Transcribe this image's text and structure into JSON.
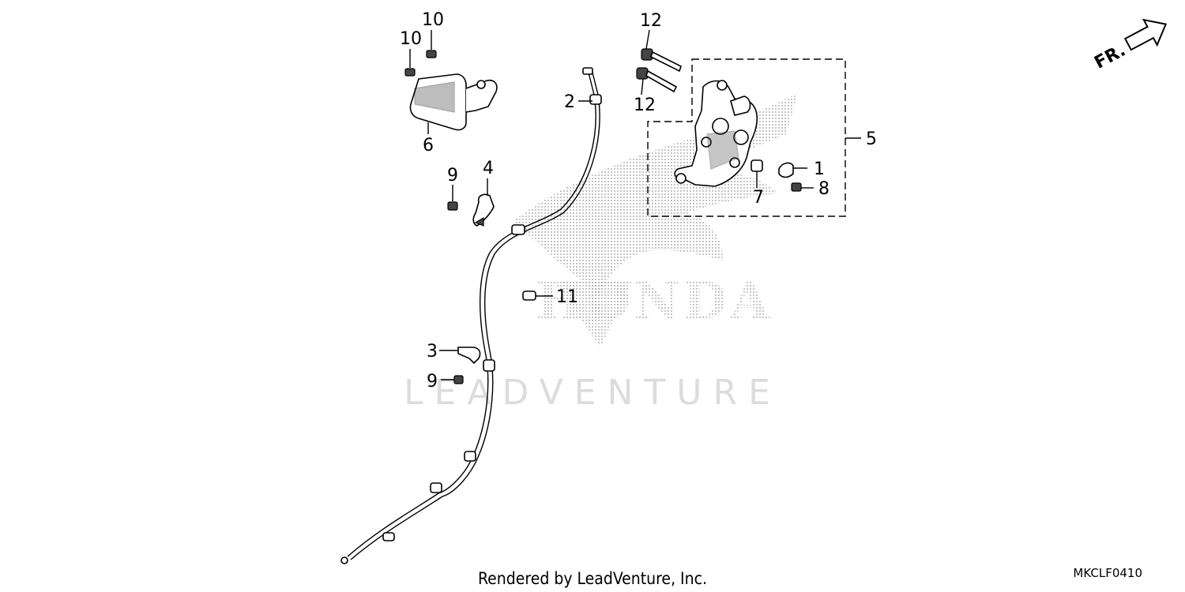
{
  "diagram": {
    "callouts": {
      "c1": "1",
      "c2": "2",
      "c3": "3",
      "c4": "4",
      "c5": "5",
      "c6": "6",
      "c7": "7",
      "c8": "8",
      "c9a": "9",
      "c9b": "9",
      "c10a": "10",
      "c10b": "10",
      "c11": "11",
      "c12a": "12",
      "c12b": "12"
    },
    "direction_indicator": "FR.",
    "watermark_brand": "HONDA",
    "watermark_text": "LEADVENTURE"
  },
  "footer": {
    "credit": "Rendered by LeadVenture, Inc.",
    "diagram_code": "MKCLF0410"
  }
}
